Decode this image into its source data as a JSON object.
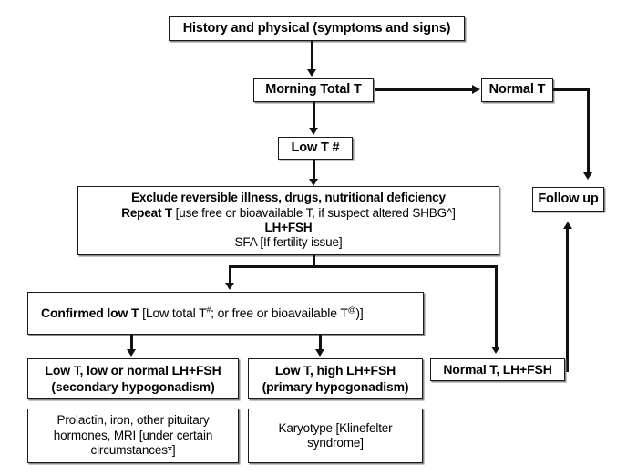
{
  "chart_data": {
    "type": "diagram",
    "title": "Diagnostic algorithm for male hypogonadism",
    "nodes": [
      {
        "id": "history",
        "label": "History and physical (symptoms and signs)",
        "style": "bold"
      },
      {
        "id": "morning_total_t",
        "label": "Morning Total T",
        "style": "bold"
      },
      {
        "id": "normal_t",
        "label": "Normal T",
        "style": "bold"
      },
      {
        "id": "low_t",
        "label": "Low T #",
        "style": "bold"
      },
      {
        "id": "exclude",
        "label": "Exclude reversible illness, drugs, nutritional deficiency / Repeat T [use free or bioavailable T, if suspect altered SHBG^] / LH+FSH / SFA [If fertility issue]",
        "style": "mixed"
      },
      {
        "id": "follow_up",
        "label": "Follow up",
        "style": "bold"
      },
      {
        "id": "confirmed",
        "label": "Confirmed low T [Low total T #; or free or bioavailable T@)]",
        "style": "mixed"
      },
      {
        "id": "secondary",
        "label": "Low T, low or normal LH+FSH (secondary hypogonadism)",
        "style": "bold"
      },
      {
        "id": "primary",
        "label": "Low T, high LH+FSH (primary hypogonadism)",
        "style": "bold"
      },
      {
        "id": "normal_t_lhfsh",
        "label": "Normal T, LH+FSH",
        "style": "bold"
      },
      {
        "id": "prolactin",
        "label": "Prolactin, iron, other pituitary hormones, MRI [under certain circumstances*]",
        "style": "normal"
      },
      {
        "id": "karyotype",
        "label": "Karyotype [Klinefelter syndrome]",
        "style": "normal"
      }
    ],
    "edges": [
      {
        "from": "history",
        "to": "morning_total_t",
        "dir": "down"
      },
      {
        "from": "morning_total_t",
        "to": "normal_t",
        "dir": "right"
      },
      {
        "from": "morning_total_t",
        "to": "low_t",
        "dir": "down"
      },
      {
        "from": "low_t",
        "to": "exclude",
        "dir": "down"
      },
      {
        "from": "normal_t",
        "to": "follow_up",
        "dir": "down"
      },
      {
        "from": "exclude",
        "to": "confirmed",
        "dir": "down"
      },
      {
        "from": "exclude",
        "to": "normal_t_lhfsh",
        "dir": "down-right"
      },
      {
        "from": "confirmed",
        "to": "secondary",
        "dir": "down"
      },
      {
        "from": "confirmed",
        "to": "primary",
        "dir": "down"
      },
      {
        "from": "normal_t_lhfsh",
        "to": "follow_up",
        "dir": "up-right"
      },
      {
        "from": "secondary",
        "to": "prolactin",
        "dir": "below"
      },
      {
        "from": "primary",
        "to": "karyotype",
        "dir": "below"
      }
    ],
    "colors": {
      "border": "#1a1a1a",
      "shadow": "#8a8a8a",
      "line": "#111111",
      "background": "#ffffff",
      "text": "#000000"
    }
  },
  "nodes": {
    "history": {
      "text": "History and physical (symptoms and signs)"
    },
    "morning_total_t": {
      "text": "Morning Total T"
    },
    "normal_t": {
      "text": "Normal T"
    },
    "low_t": {
      "text": "Low T #"
    },
    "exclude": {
      "line1": "Exclude reversible illness, drugs, nutritional deficiency",
      "line2_bold": "Repeat T",
      "line2_rest": " [use free or bioavailable T, if suspect altered SHBG^]",
      "line3": "LH+FSH",
      "line4": "SFA [If fertility issue]"
    },
    "follow_up": {
      "text": "Follow up"
    },
    "confirmed": {
      "bold": "Confirmed low T",
      "rest_a": " [Low total T",
      "sup_a": "#",
      "rest_b": "; or free or bioavailable T",
      "sup_b": "@",
      "rest_c": ")]"
    },
    "secondary": {
      "line1": "Low T, low or normal LH+FSH",
      "line2": "(secondary hypogonadism)"
    },
    "primary": {
      "line1": "Low T, high LH+FSH",
      "line2": "(primary hypogonadism)"
    },
    "normal_t_lhfsh": {
      "text": "Normal T, LH+FSH"
    },
    "prolactin": {
      "line1": "Prolactin, iron, other pituitary",
      "line2": "hormones, MRI [under certain",
      "line3": "circumstances*]"
    },
    "karyotype": {
      "line1": "Karyotype [Klinefelter",
      "line2": "syndrome]"
    }
  }
}
